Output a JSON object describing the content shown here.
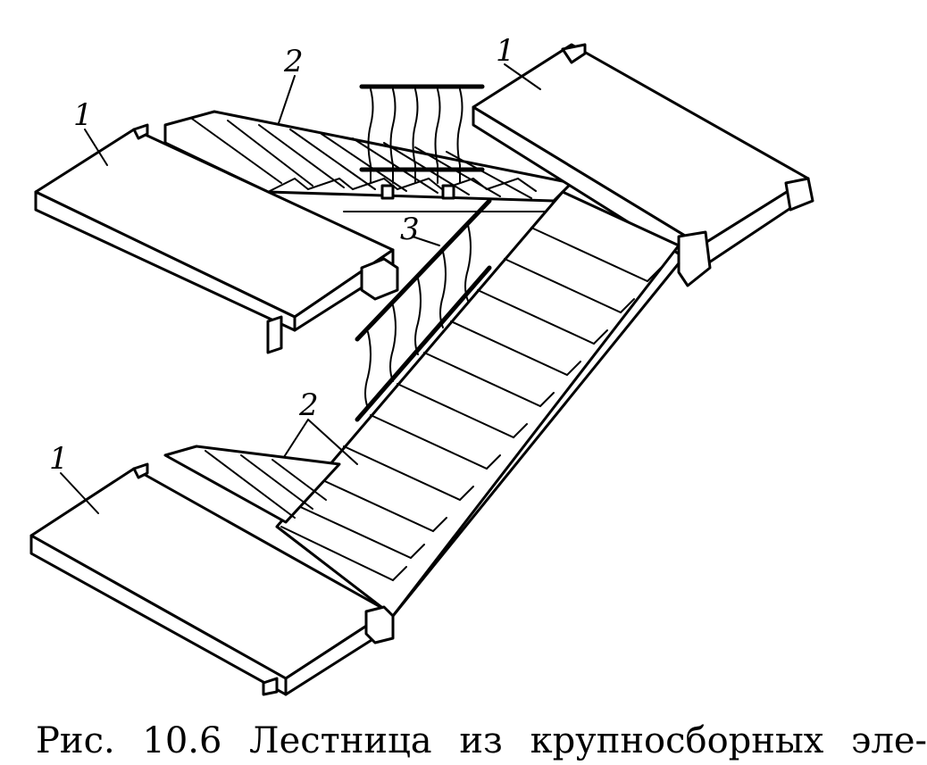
{
  "labels": {
    "landing_top_left": "1",
    "landing_top_right": "1",
    "landing_bottom": "1",
    "steps_upper": "2",
    "steps_lower": "2",
    "railing": "3"
  },
  "caption": "Рис. 10.6 Лестница из крупносборных эле-"
}
